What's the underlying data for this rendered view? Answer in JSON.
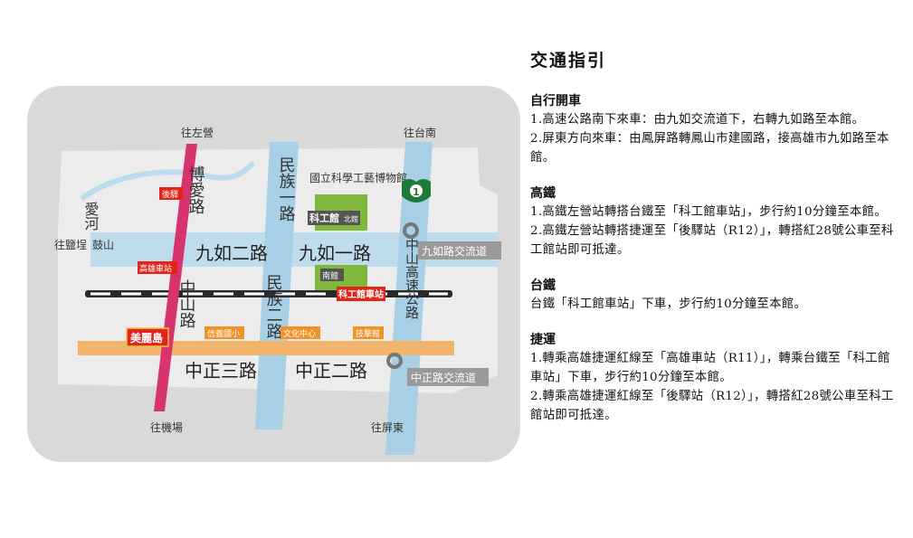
{
  "map": {
    "labels": {
      "to_zuoying": "往左營",
      "to_tainan": "往台南",
      "to_yancheng": "往鹽埕",
      "gushan": "鼓山",
      "love_river": "愛河",
      "boai_road": "博愛路",
      "minzu_1st": "民族一路",
      "minzu_2nd": "民族二路",
      "zhongshan_road": "中山路",
      "jiuru_2nd": "九如二路",
      "jiuru_1st": "九如一路",
      "zhongzheng_3rd": "中正三路",
      "zhongzheng_2nd": "中正二路",
      "national_museum": "國立科學工藝博物館",
      "science_museum_north": "科工館",
      "north_suffix": "北館",
      "south_building": "南館",
      "science_museum_station": "科工館車站",
      "kaohsiung_station": "高雄車站",
      "houyi": "後驛",
      "formosa": "美麗島",
      "jiuru_interchange": "九如路交流道",
      "zhongzheng_interchange": "中正路交流道",
      "freeway": "中山高速公路",
      "freeway_no": "1",
      "chuanyi_elem": "信義國小",
      "culture_center": "文化中心",
      "technical_school": "技擊館",
      "to_airport": "往機場",
      "to_pingtung": "往屏東"
    },
    "colors": {
      "background": "#d9d9d9",
      "road_blue": "#a7cfe6",
      "road_orange": "#f2b36a",
      "boai_pink": "#d6336f",
      "landmark_green": "#7fb83a",
      "station_red": "#e1251b",
      "culture_orange": "#f0922a"
    }
  },
  "guide": {
    "title": "交通指引",
    "sections": [
      {
        "heading": "自行開車",
        "text": "1.高速公路南下來車：由九如交流道下，右轉九如路至本館。\n2.屏東方向來車：由鳳屏路轉鳳山市建國路，接高雄市九如路至本館。"
      },
      {
        "heading": "高鐵",
        "text": "1.高鐵左營站轉搭台鐵至「科工館車站」，步行約10分鐘至本館。\n2.高鐵左營站轉搭捷運至「後驛站（R12）」，轉搭紅28號公車至科工館站即可抵達。"
      },
      {
        "heading": "台鐵",
        "text": "台鐵「科工館車站」下車，步行約10分鐘至本館。"
      },
      {
        "heading": "捷運",
        "text": "1.轉乘高雄捷運紅線至「高雄車站（R11）」，轉乘台鐵至「科工館車站」下車，步行約10分鐘至本館。\n2.轉乘高雄捷運紅線至「後驛站（R12）」，轉搭紅28號公車至科工館站即可抵達。"
      }
    ]
  }
}
